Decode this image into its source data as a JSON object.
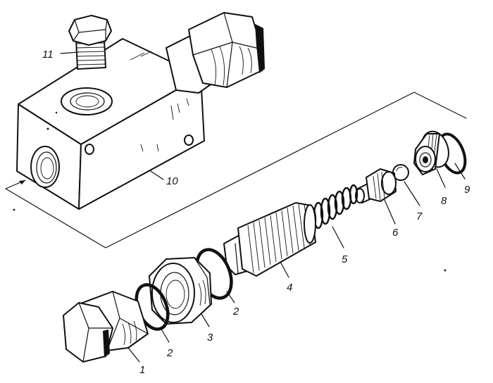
{
  "diagram": {
    "type": "exploded-assembly",
    "ink_color": "#111111",
    "background_color": "#ffffff",
    "callouts": [
      "11",
      "10",
      "9",
      "8",
      "7",
      "6",
      "5",
      "4",
      "3",
      "2",
      "2",
      "1"
    ]
  }
}
